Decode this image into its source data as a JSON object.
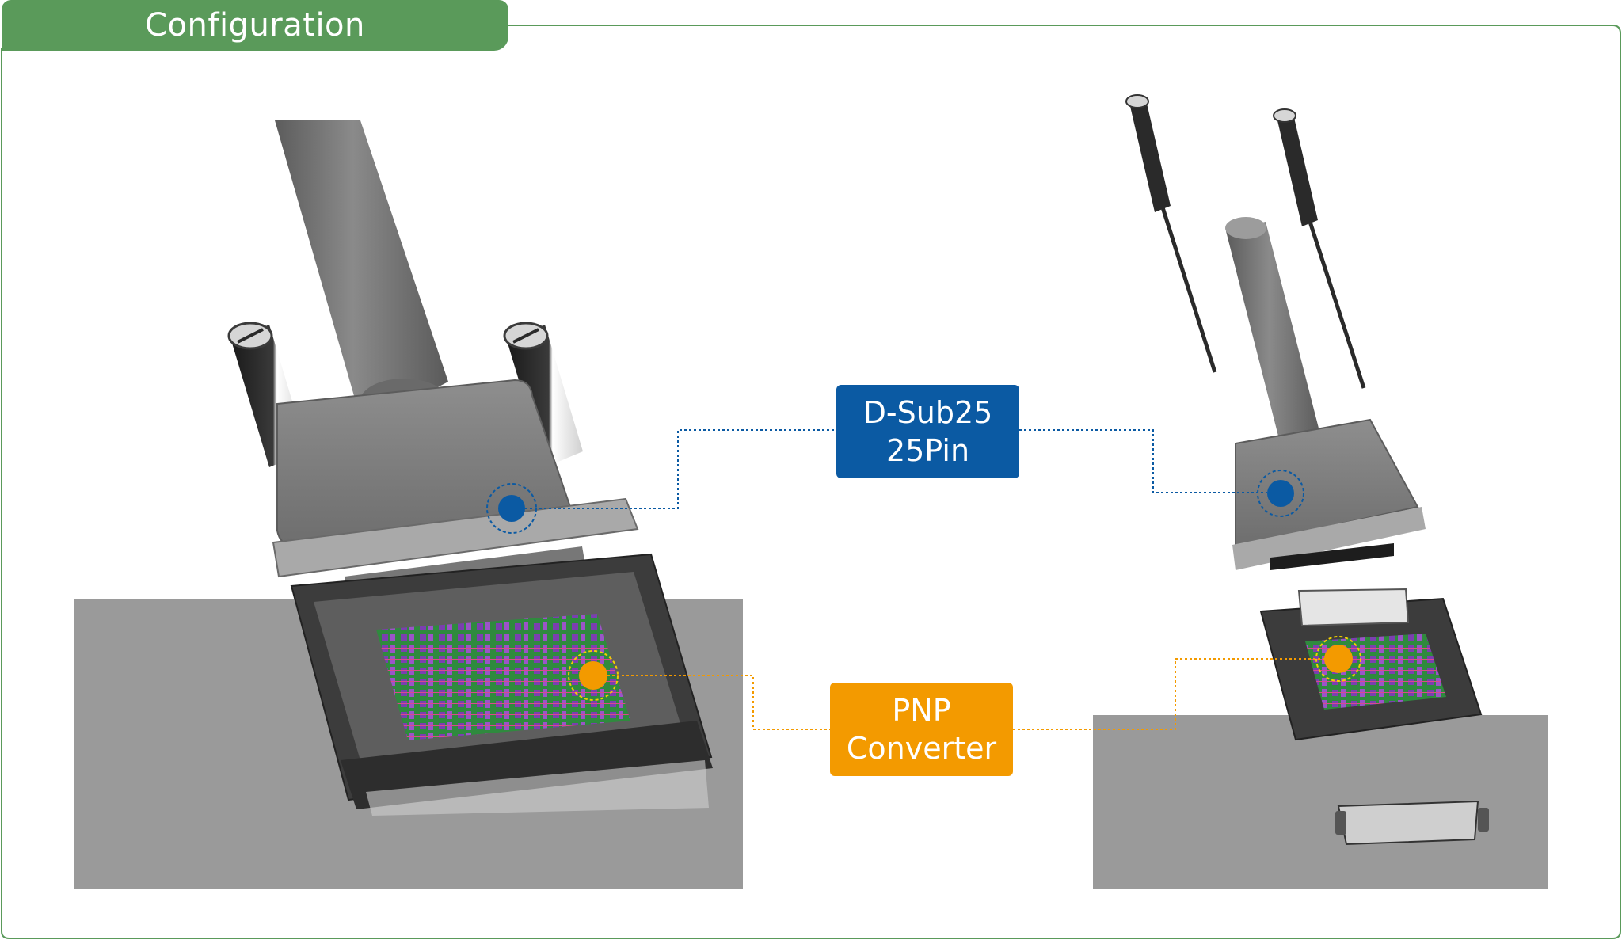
{
  "section": {
    "title": "Configuration",
    "accent_color": "#5a9a5a"
  },
  "callouts": {
    "connector": {
      "line1": "D-Sub25",
      "line2": "25Pin",
      "color": "#0b5aa3"
    },
    "converter": {
      "line1": "PNP",
      "line2": "Converter",
      "color": "#f39a00"
    }
  }
}
